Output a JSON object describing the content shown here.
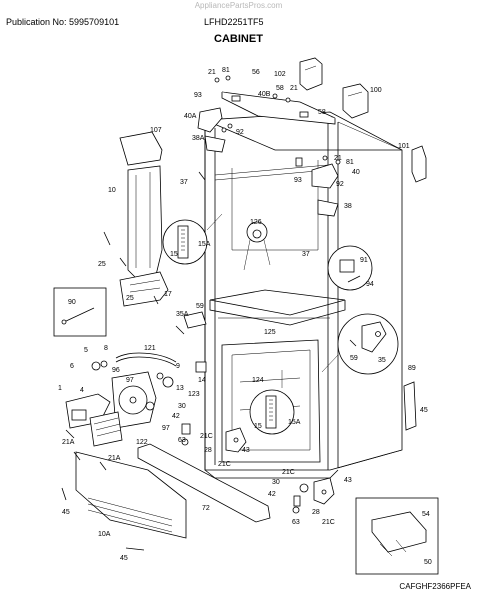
{
  "header": {
    "watermark": "AppliancePartsPros.com",
    "publication": "Publication No: 5995709101",
    "model": "LFHD2251TF5",
    "section_title": "CABINET",
    "diagram_code": "CAFGHF2366PFEA"
  },
  "part_labels": [
    {
      "id": "p21a",
      "text": "21"
    },
    {
      "id": "p81a",
      "text": "81"
    },
    {
      "id": "p56",
      "text": "56"
    },
    {
      "id": "p102",
      "text": "102"
    },
    {
      "id": "p93a",
      "text": "93"
    },
    {
      "id": "p40b",
      "text": "40B"
    },
    {
      "id": "p58a",
      "text": "58"
    },
    {
      "id": "p21b",
      "text": "21"
    },
    {
      "id": "p100",
      "text": "100"
    },
    {
      "id": "p40a",
      "text": "40A"
    },
    {
      "id": "p58b",
      "text": "58"
    },
    {
      "id": "p107",
      "text": "107"
    },
    {
      "id": "p38a",
      "text": "38A"
    },
    {
      "id": "p92a",
      "text": "92"
    },
    {
      "id": "p101",
      "text": "101"
    },
    {
      "id": "p21c",
      "text": "21"
    },
    {
      "id": "p81b",
      "text": "81"
    },
    {
      "id": "p40",
      "text": "40"
    },
    {
      "id": "p10",
      "text": "10"
    },
    {
      "id": "p37a",
      "text": "37"
    },
    {
      "id": "p93b",
      "text": "93"
    },
    {
      "id": "p92b",
      "text": "92"
    },
    {
      "id": "p38",
      "text": "38"
    },
    {
      "id": "p126",
      "text": "126"
    },
    {
      "id": "p15a",
      "text": "15"
    },
    {
      "id": "p15A1",
      "text": "15A"
    },
    {
      "id": "p37b",
      "text": "37"
    },
    {
      "id": "p25a",
      "text": "25"
    },
    {
      "id": "p91",
      "text": "91"
    },
    {
      "id": "p94",
      "text": "94"
    },
    {
      "id": "p25b",
      "text": "25"
    },
    {
      "id": "p17",
      "text": "17"
    },
    {
      "id": "p90",
      "text": "90"
    },
    {
      "id": "p59a",
      "text": "59"
    },
    {
      "id": "p35A",
      "text": "35A"
    },
    {
      "id": "p125",
      "text": "125"
    },
    {
      "id": "p59b",
      "text": "59"
    },
    {
      "id": "p35",
      "text": "35"
    },
    {
      "id": "p121",
      "text": "121"
    },
    {
      "id": "p5",
      "text": "5"
    },
    {
      "id": "p8",
      "text": "8"
    },
    {
      "id": "p6",
      "text": "6"
    },
    {
      "id": "p96",
      "text": "96"
    },
    {
      "id": "p9",
      "text": "9"
    },
    {
      "id": "p97a",
      "text": "97"
    },
    {
      "id": "p14",
      "text": "14"
    },
    {
      "id": "p1",
      "text": "1"
    },
    {
      "id": "p13",
      "text": "13"
    },
    {
      "id": "p124",
      "text": "124"
    },
    {
      "id": "p123",
      "text": "123"
    },
    {
      "id": "p4",
      "text": "4"
    },
    {
      "id": "p89",
      "text": "89"
    },
    {
      "id": "p30a",
      "text": "30"
    },
    {
      "id": "p42a",
      "text": "42"
    },
    {
      "id": "p97b",
      "text": "97"
    },
    {
      "id": "p45a",
      "text": "45"
    },
    {
      "id": "p15b",
      "text": "15"
    },
    {
      "id": "p15A2",
      "text": "15A"
    },
    {
      "id": "p63a",
      "text": "63"
    },
    {
      "id": "p21Ca",
      "text": "21C"
    },
    {
      "id": "p21Aa",
      "text": "21A"
    },
    {
      "id": "p122",
      "text": "122"
    },
    {
      "id": "p43a",
      "text": "43"
    },
    {
      "id": "p28a",
      "text": "28"
    },
    {
      "id": "p21Ab",
      "text": "21A"
    },
    {
      "id": "p21Cb",
      "text": "21C"
    },
    {
      "id": "p21Cc",
      "text": "21C"
    },
    {
      "id": "p30b",
      "text": "30"
    },
    {
      "id": "p43b",
      "text": "43"
    },
    {
      "id": "p42b",
      "text": "42"
    },
    {
      "id": "p72",
      "text": "72"
    },
    {
      "id": "p45b",
      "text": "45"
    },
    {
      "id": "p63b",
      "text": "63"
    },
    {
      "id": "p28b",
      "text": "28"
    },
    {
      "id": "p21Cd",
      "text": "21C"
    },
    {
      "id": "p10A",
      "text": "10A"
    },
    {
      "id": "p45c",
      "text": "45"
    },
    {
      "id": "p54",
      "text": "54"
    },
    {
      "id": "p50",
      "text": "50"
    }
  ]
}
